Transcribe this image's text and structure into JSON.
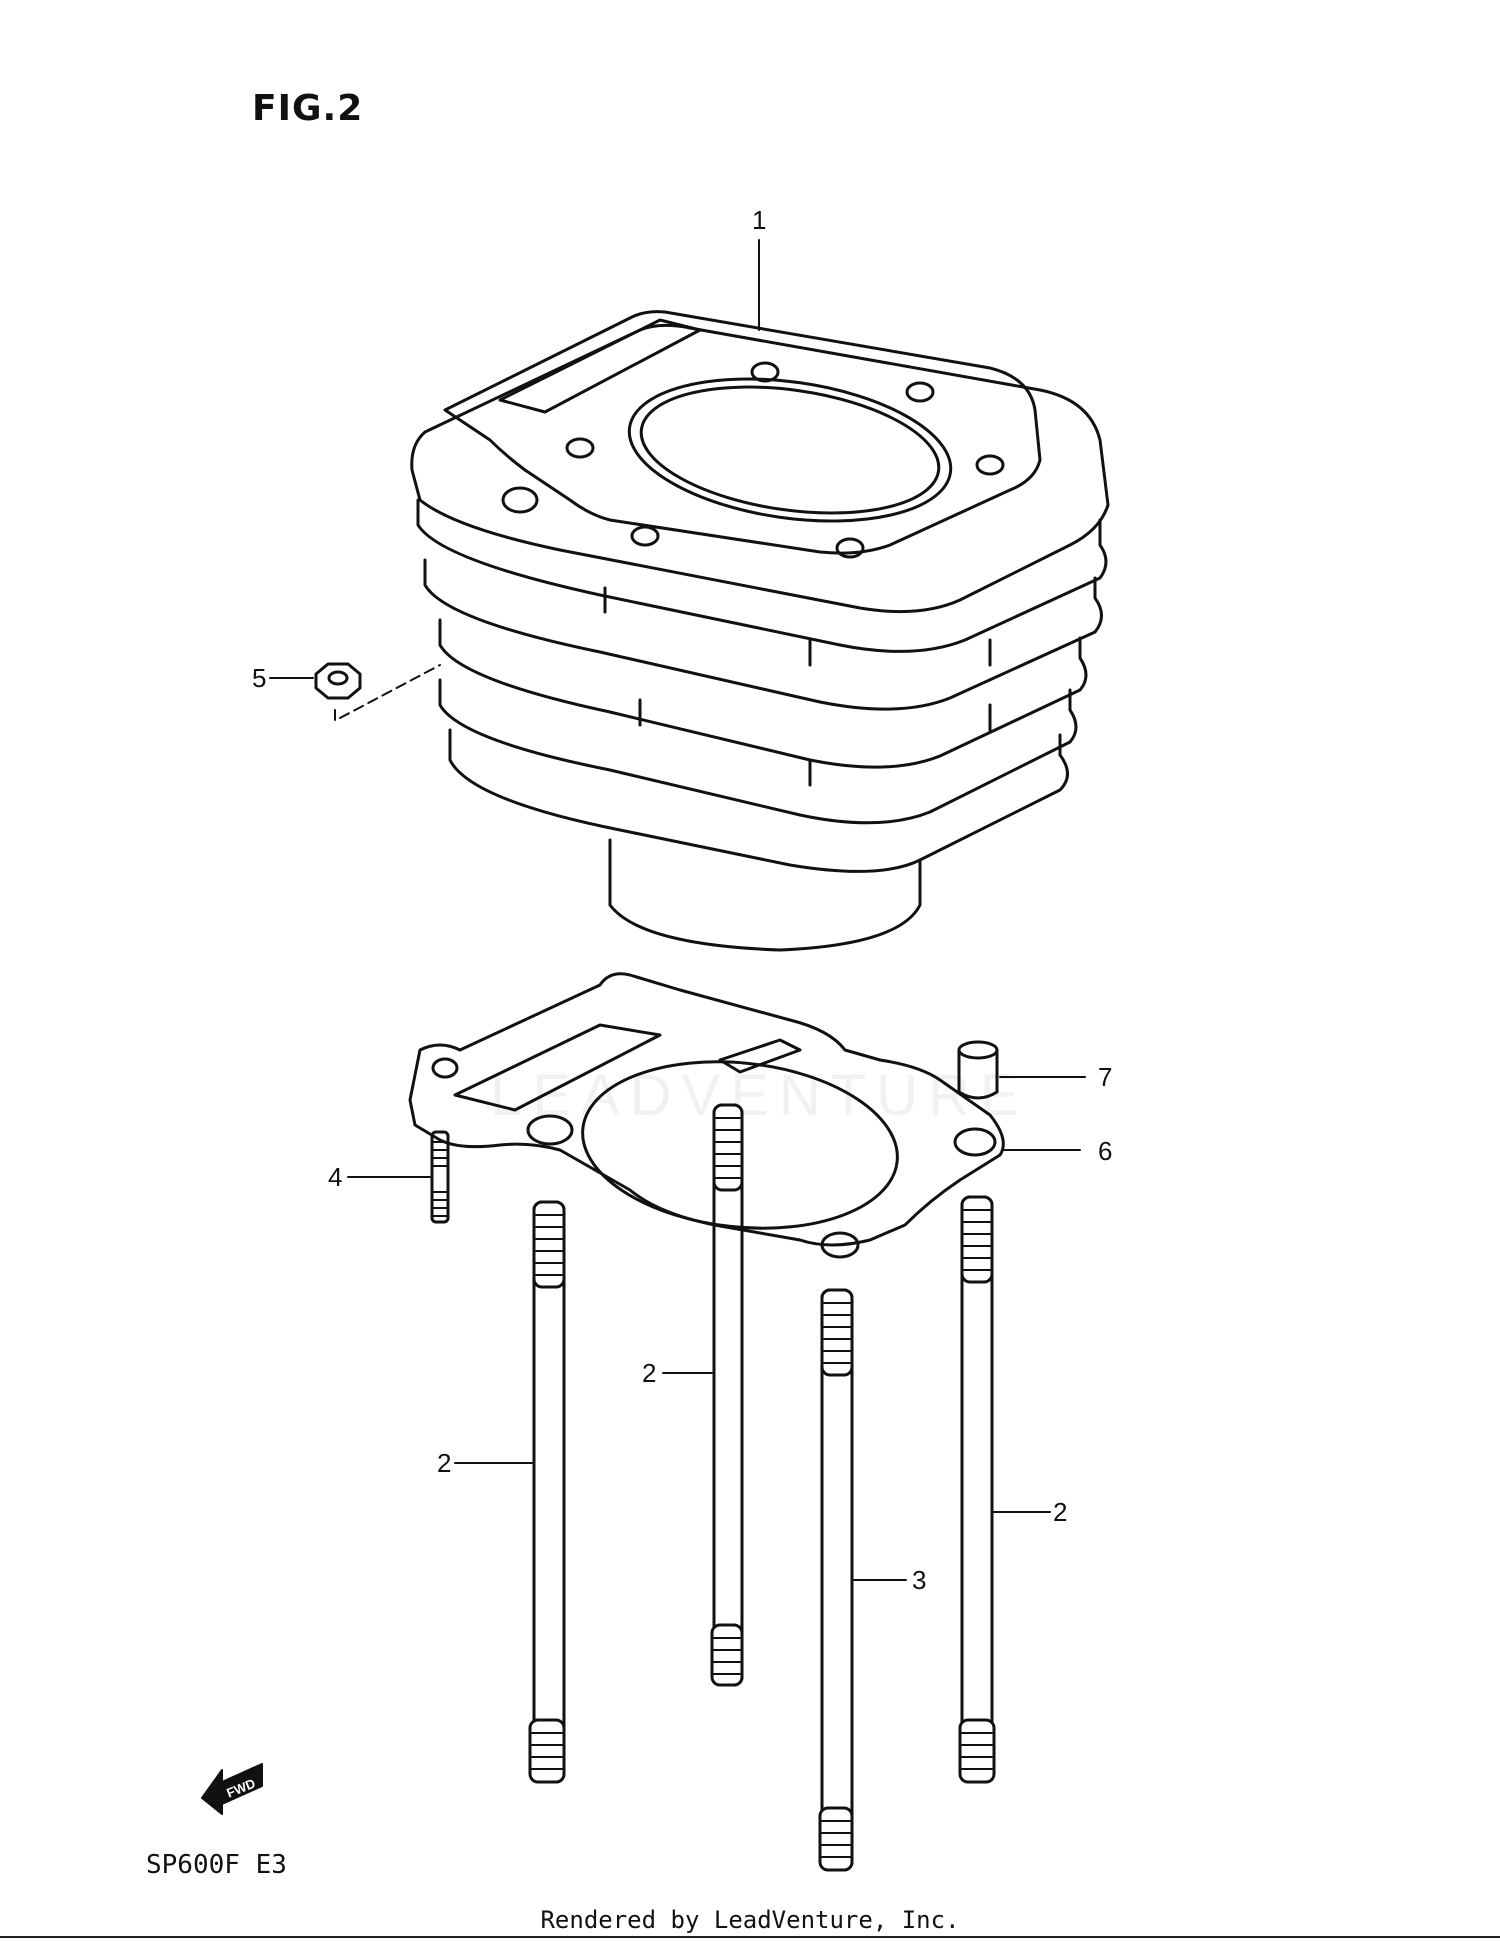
{
  "figure": {
    "title": "FIG.2",
    "model": "SP600F  E3"
  },
  "callouts": {
    "cylinder": "1",
    "stud_center": "2",
    "stud_left": "2",
    "stud_right": "2",
    "stud_front": "3",
    "stud_short": "4",
    "nut": "5",
    "gasket": "6",
    "dowel_pin": "7"
  },
  "badges": {
    "fwd": "FWD"
  },
  "watermark": "LEADVENTURE",
  "footer": "Rendered by LeadVenture, Inc."
}
